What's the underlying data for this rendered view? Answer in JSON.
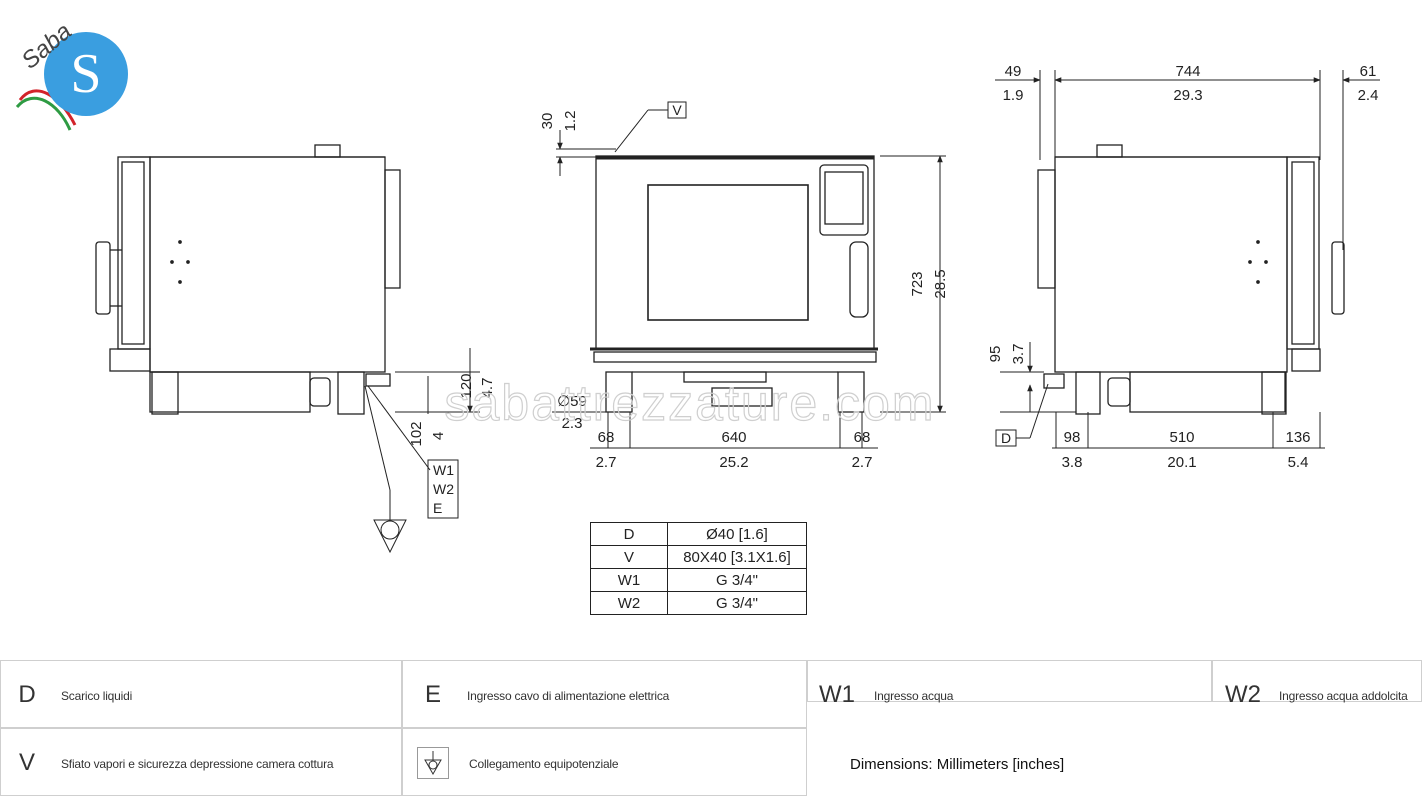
{
  "brand": {
    "logo_text": "Saba",
    "logo_letter": "S",
    "watermark": "sabattrezzature.com",
    "colors": {
      "blue": "#3a9ee0",
      "green": "#2e9b43",
      "red": "#d2232a"
    }
  },
  "dimensions": {
    "left_view": {
      "h_total_mm": "120",
      "h_total_in": "4.7",
      "h_drain_mm": "102",
      "h_drain_in": "4"
    },
    "connections_callout": [
      "W1",
      "W2",
      "E"
    ],
    "front_view": {
      "vent_mm": "30",
      "vent_in": "1.2",
      "vent_code": "V",
      "foot_dia": "∅59",
      "foot_in": "2.3",
      "height_mm": "723",
      "height_in": "28.5",
      "left_mm": "68",
      "left_in": "2.7",
      "mid_mm": "640",
      "mid_in": "25.2",
      "right_mm": "68",
      "right_in": "2.7"
    },
    "right_view": {
      "top_left_mm": "49",
      "top_left_in": "1.9",
      "width_mm": "744",
      "width_in": "29.3",
      "top_right_mm": "61",
      "top_right_in": "2.4",
      "drain_h_mm": "95",
      "drain_h_in": "3.7",
      "drain_code": "D",
      "b1_mm": "98",
      "b1_in": "3.8",
      "b2_mm": "510",
      "b2_in": "20.1",
      "b3_mm": "136",
      "b3_in": "5.4"
    }
  },
  "spec_table": [
    {
      "code": "D",
      "value": "Ø40 [1.6]"
    },
    {
      "code": "V",
      "value": "80X40 [3.1X1.6]"
    },
    {
      "code": "W1",
      "value": "G 3/4\""
    },
    {
      "code": "W2",
      "value": "G 3/4\""
    }
  ],
  "legend": {
    "D": "Scarico liquidi",
    "E": "Ingresso cavo di alimentazione elettrica",
    "W1": "Ingresso acqua",
    "W2": "Ingresso acqua addolcita",
    "V": "Sfiato vapori e sicurezza depressione camera cottura",
    "equipotential": "Collegamento equipotenziale",
    "units_note": "Dimensions: Millimeters [inches]"
  }
}
